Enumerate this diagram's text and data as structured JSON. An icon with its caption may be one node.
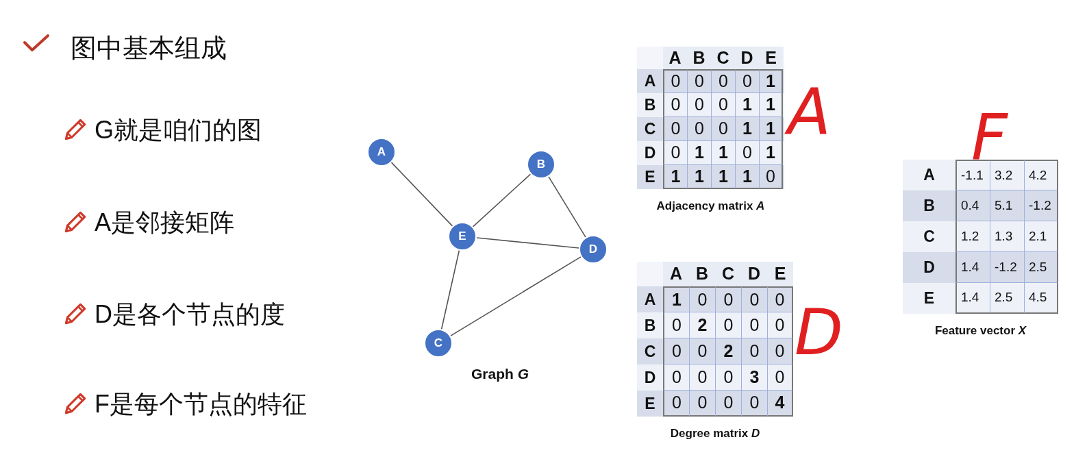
{
  "diagram": {
    "title": "图中基本组成",
    "nodes": [
      {
        "text": [
          "A"
        ]
      },
      {
        "text": [
          "B"
        ]
      },
      {
        "text": [
          "E"
        ]
      },
      {
        "text": [
          "D"
        ]
      },
      {
        "text": [
          "C"
        ]
      }
    ],
    "edges": [
      {
        "from": 0,
        "to": 2,
        "arrow": "none"
      },
      {
        "from": 1,
        "to": 2,
        "arrow": "none"
      },
      {
        "from": 1,
        "to": 3,
        "arrow": "none"
      },
      {
        "from": 2,
        "to": 3,
        "arrow": "none"
      },
      {
        "from": 2,
        "to": 4,
        "arrow": "none"
      },
      {
        "from": 4,
        "to": 3,
        "arrow": "none"
      }
    ],
    "labels": [
      "G就是咱们的图",
      "A是邻接矩阵",
      "D是各个节点的度",
      "F是每个节点的特征",
      "Graph *G*",
      "A",
      "B",
      "C",
      "D",
      "E",
      "A",
      "0",
      "0",
      "0",
      "0",
      "**1**",
      "B",
      "0",
      "0",
      "0",
      "**1**",
      "**1**",
      "C",
      "0",
      "0",
      "0",
      "**1**",
      "**1**",
      "D",
      "0",
      "**1**",
      "**1**",
      "0",
      "**1**",
      "E",
      "**1**",
      "**1**",
      "**1**",
      "**1**",
      "0",
      "Adjacency matrix *A*",
      "A",
      "F",
      "A",
      "-1.1",
      "3.2",
      "4.2",
      "B",
      "0.4",
      "5.1",
      "-1.2",
      "C",
      "1.2",
      "1.3",
      "2.1",
      "D",
      "1.4",
      "-1.2",
      "2.5",
      "E",
      "1.4",
      "2.5",
      "4.5",
      "Feature vector *X*",
      "A",
      "B",
      "C",
      "D",
      "E",
      "A",
      "**1**",
      "0",
      "0",
      "0",
      "0",
      "B",
      "0",
      "**2**",
      "0",
      "0",
      "0",
      "C",
      "0",
      "0",
      "**2**",
      "0",
      "0",
      "D",
      "0",
      "0",
      "0",
      "**3**",
      "0",
      "E",
      "0",
      "0",
      "0",
      "0",
      "**4**",
      "Degree matrix *D*",
      "D"
    ]
  }
}
